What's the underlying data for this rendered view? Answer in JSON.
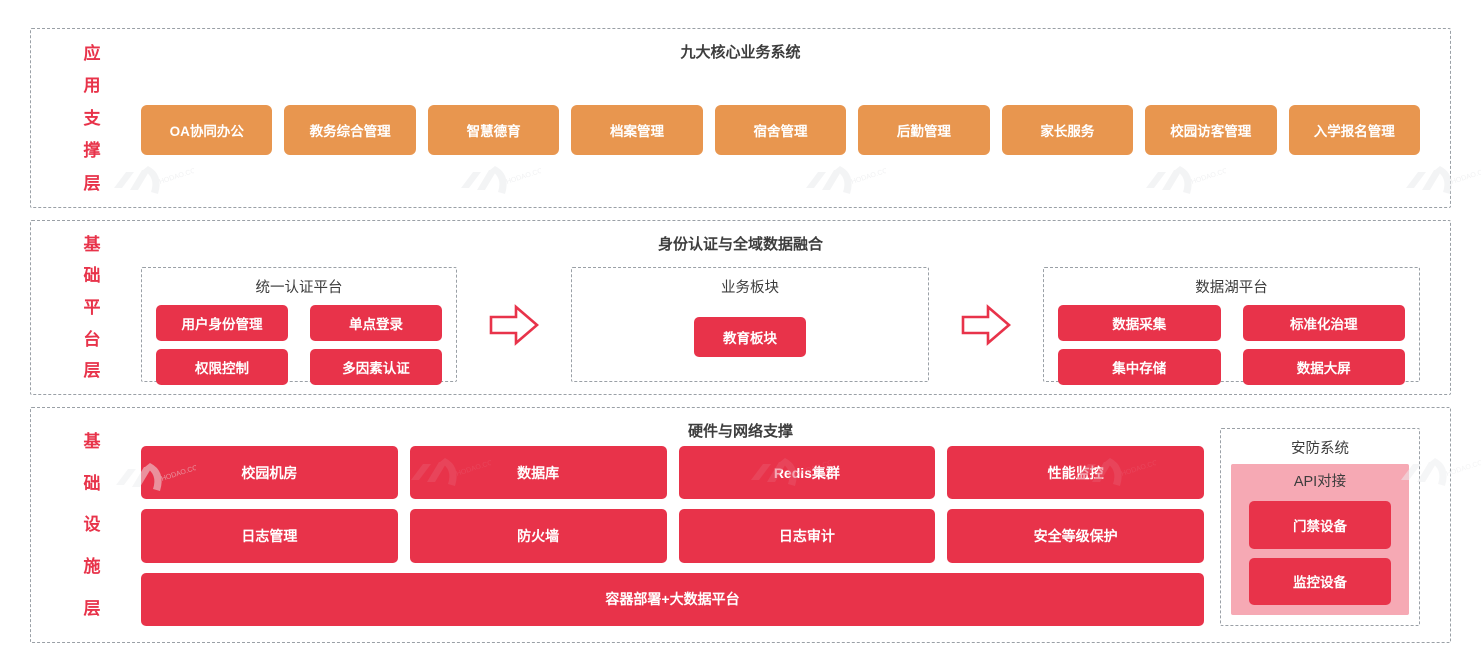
{
  "colors": {
    "orange": "#e8964f",
    "red": "#e8334a",
    "pink": "#f6a9b4",
    "dashed_border": "#9aa0a6",
    "title_text": "#3d3d3d"
  },
  "layers": [
    {
      "id": "application-support-layer",
      "side_label": "应用支撑层",
      "title": "九大核心业务系统",
      "apps": [
        "OA协同办公",
        "教务综合管理",
        "智慧德育",
        "档案管理",
        "宿舍管理",
        "后勤管理",
        "家长服务",
        "校园访客管理",
        "入学报名管理"
      ]
    },
    {
      "id": "base-platform-layer",
      "side_label": "基础平台层",
      "title": "身份认证与全域数据融合",
      "groups": [
        {
          "id": "unified-auth-platform",
          "title": "统一认证平台",
          "items": [
            "用户身份管理",
            "单点登录",
            "权限控制",
            "多因素认证"
          ]
        },
        {
          "id": "business-sector",
          "title": "业务板块",
          "items": [
            "教育板块"
          ]
        },
        {
          "id": "data-lake-platform",
          "title": "数据湖平台",
          "items": [
            "数据采集",
            "标准化治理",
            "集中存储",
            "数据大屏"
          ]
        }
      ],
      "arrow_icon": "arrow-right-icon"
    },
    {
      "id": "infrastructure-layer",
      "side_label": "基础设施层",
      "title": "硬件与网络支撑",
      "row1": [
        "校园机房",
        "数据库",
        "Redis集群",
        "性能监控"
      ],
      "row2": [
        "日志管理",
        "防火墙",
        "日志审计",
        "安全等级保护"
      ],
      "wide_bar": "容器部署+大数据平台",
      "security": {
        "title": "安防系统",
        "api_title": "API对接",
        "devices": [
          "门禁设备",
          "监控设备"
        ]
      }
    }
  ]
}
